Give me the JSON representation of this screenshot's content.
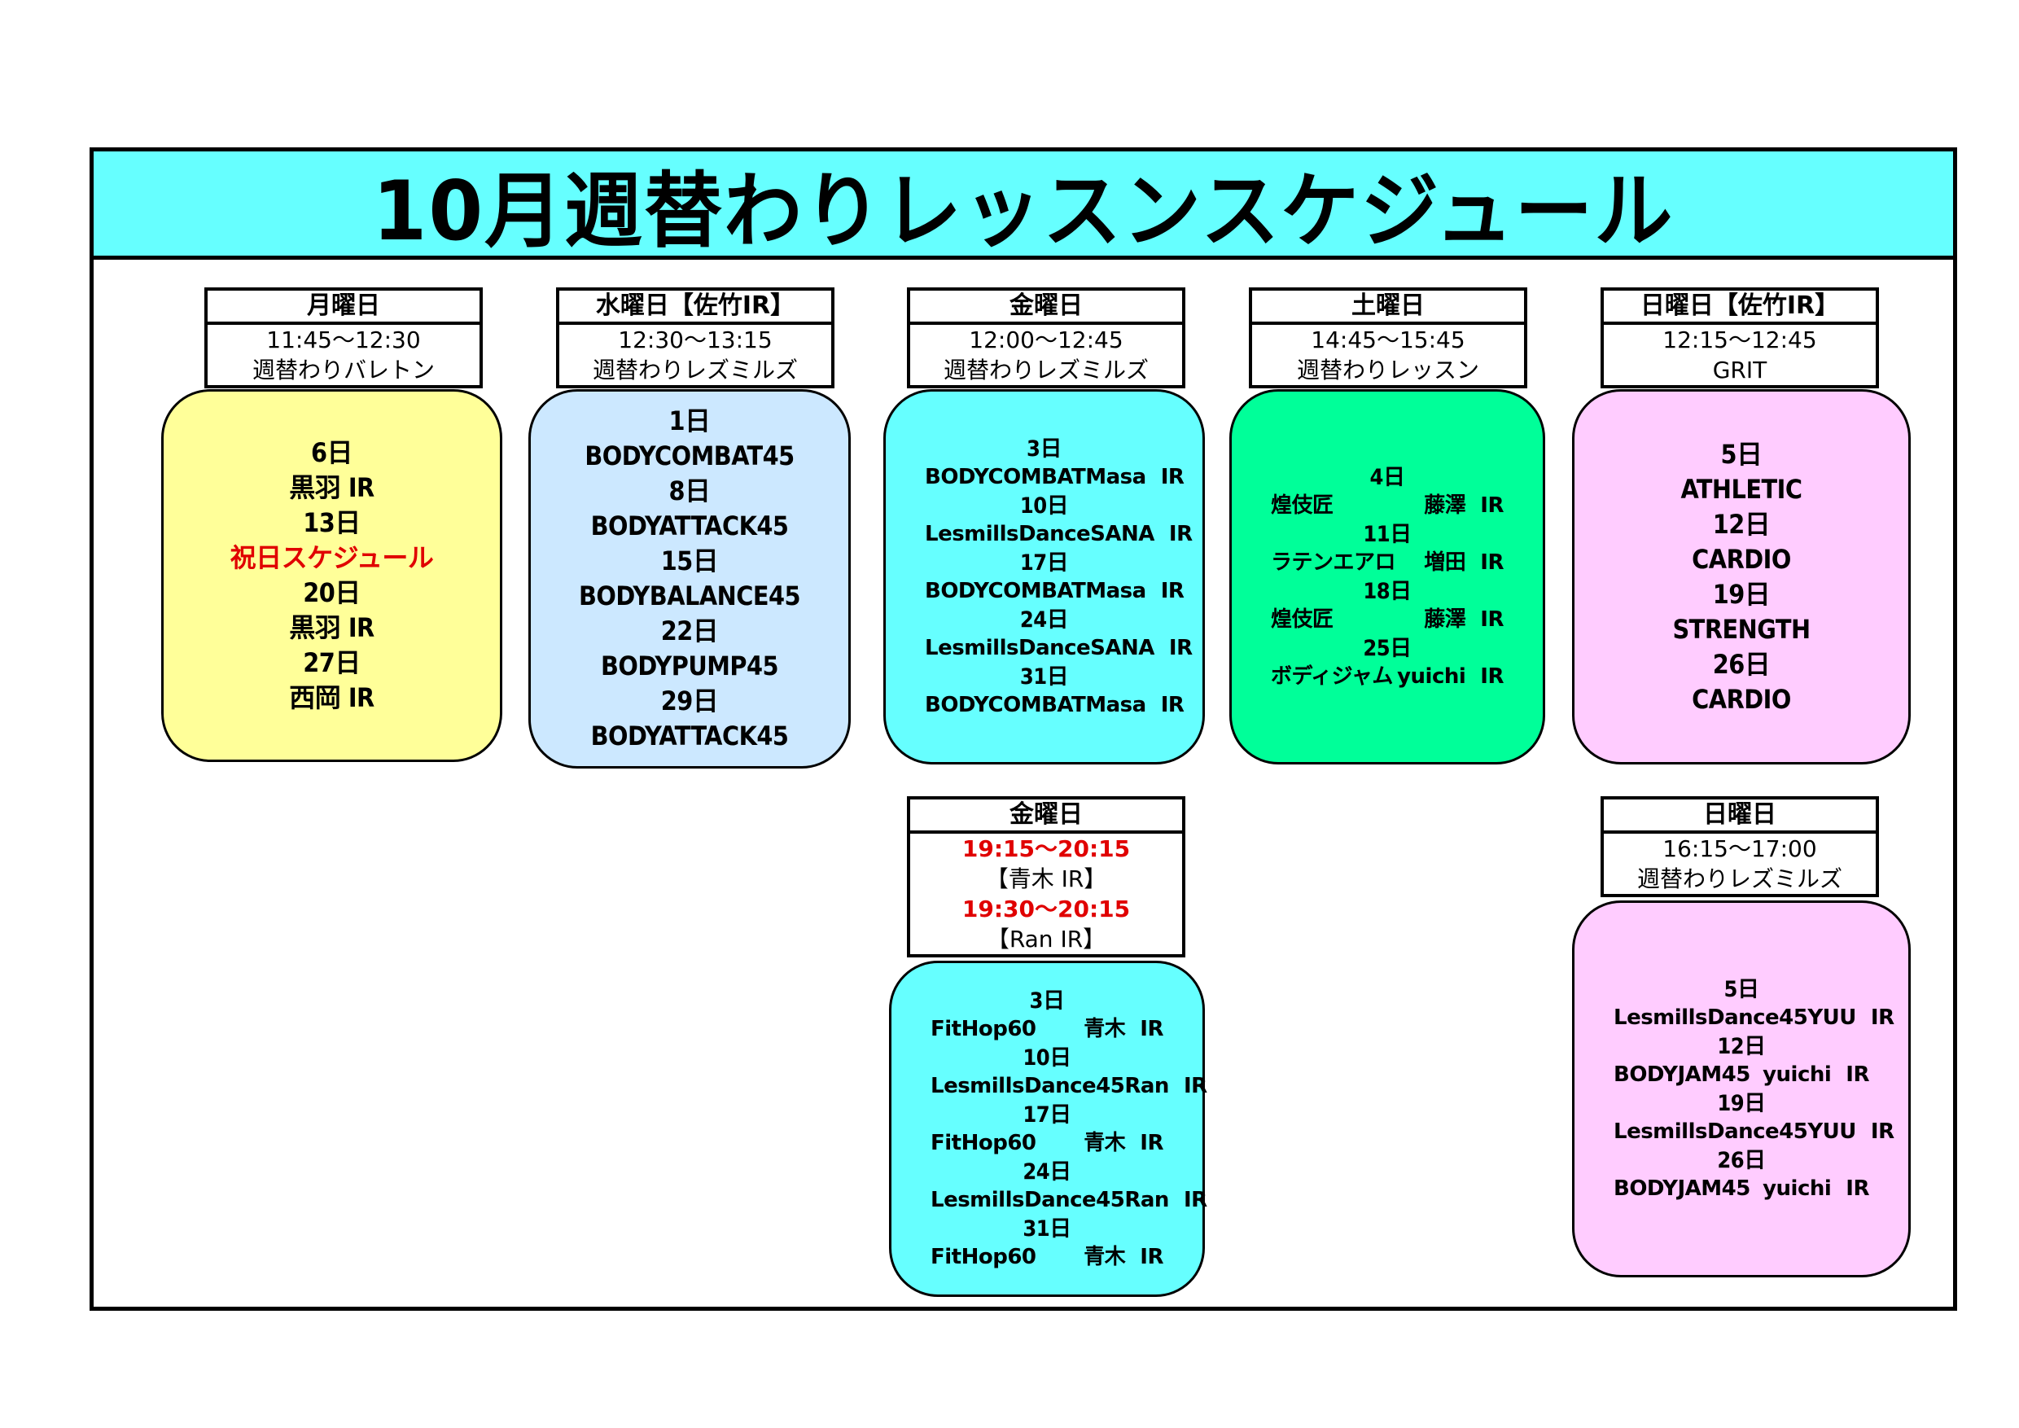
{
  "title": "10月週替わりレッスンスケジュール",
  "headers": {
    "mon": {
      "day": "月曜日",
      "time": "11:45〜12:30",
      "lesson": "週替わりバレトン"
    },
    "wed": {
      "day": "水曜日【佐竹IR】",
      "time": "12:30〜13:15",
      "lesson": "週替わりレズミルズ"
    },
    "fri": {
      "day": "金曜日",
      "time": "12:00〜12:45",
      "lesson": "週替わりレズミルズ"
    },
    "sat": {
      "day": "土曜日",
      "time": "14:45〜15:45",
      "lesson": "週替わりレッスン"
    },
    "sun": {
      "day": "日曜日【佐竹IR】",
      "time": "12:15〜12:45",
      "lesson": "GRIT"
    },
    "fri2": {
      "day": "金曜日",
      "time1": "19:15〜20:15",
      "ir1": "【青木 IR】",
      "time2": "19:30〜20:15",
      "ir2": "【Ran IR】"
    },
    "sun2": {
      "day": "日曜日",
      "time": "16:15〜17:00",
      "lesson": "週替わりレズミルズ"
    }
  },
  "mon": [
    {
      "text": "6日"
    },
    {
      "text": "黒羽 IR"
    },
    {
      "text": "13日"
    },
    {
      "text": "祝日スケジュール",
      "red": true
    },
    {
      "text": "20日"
    },
    {
      "text": "黒羽 IR"
    },
    {
      "text": "27日"
    },
    {
      "text": "西岡 IR"
    }
  ],
  "wed": [
    "1日",
    "BODYCOMBAT45",
    "8日",
    "BODYATTACK45",
    "15日",
    "BODYBALANCE45",
    "22日",
    "BODYPUMP45",
    "29日",
    "BODYATTACK45"
  ],
  "fri": [
    {
      "date": "3日",
      "program": "BODYCOMBAT",
      "ir": "Masa",
      "tag": "IR"
    },
    {
      "date": "10日",
      "program": "LesmillsDance",
      "ir": "SANA",
      "tag": "IR"
    },
    {
      "date": "17日",
      "program": "BODYCOMBAT",
      "ir": "Masa",
      "tag": "IR"
    },
    {
      "date": "24日",
      "program": "LesmillsDance",
      "ir": "SANA",
      "tag": "IR"
    },
    {
      "date": "31日",
      "program": "BODYCOMBAT",
      "ir": "Masa",
      "tag": "IR"
    }
  ],
  "sat": [
    {
      "date": "4日",
      "program": "煌伎匠",
      "ir": "藤澤",
      "tag": "IR"
    },
    {
      "date": "11日",
      "program": "ラテンエアロ",
      "ir": "増田",
      "tag": "IR"
    },
    {
      "date": "18日",
      "program": "煌伎匠",
      "ir": "藤澤",
      "tag": "IR"
    },
    {
      "date": "25日",
      "program": "ボディジャム",
      "ir": "yuichi",
      "tag": "IR"
    }
  ],
  "sun": [
    "5日",
    "ATHLETIC",
    "12日",
    "CARDIO",
    "19日",
    "STRENGTH",
    "26日",
    "CARDIO"
  ],
  "fri2": [
    {
      "date": "3日",
      "program": "FitHop60",
      "ir": "青木",
      "tag": "IR"
    },
    {
      "date": "10日",
      "program": "LesmillsDance45",
      "ir": "Ran",
      "tag": "IR"
    },
    {
      "date": "17日",
      "program": "FitHop60",
      "ir": "青木",
      "tag": "IR"
    },
    {
      "date": "24日",
      "program": "LesmillsDance45",
      "ir": "Ran",
      "tag": "IR"
    },
    {
      "date": "31日",
      "program": "FitHop60",
      "ir": "青木",
      "tag": "IR"
    }
  ],
  "sun2": [
    {
      "date": "5日",
      "program": "LesmillsDance45",
      "ir": "YUU",
      "tag": "IR"
    },
    {
      "date": "12日",
      "program": "BODYJAM45",
      "ir": "yuichi",
      "tag": "IR"
    },
    {
      "date": "19日",
      "program": "LesmillsDance45",
      "ir": "YUU",
      "tag": "IR"
    },
    {
      "date": "26日",
      "program": "BODYJAM45",
      "ir": "yuichi",
      "tag": "IR"
    }
  ],
  "colors": {
    "title_bg": "#66ffff",
    "mon_card": "#ffff99",
    "wed_card": "#cce8ff",
    "fri_card": "#66ffff",
    "sat_card": "#00ff99",
    "sun_card": "#ffccff",
    "accent_red": "#e00000"
  }
}
